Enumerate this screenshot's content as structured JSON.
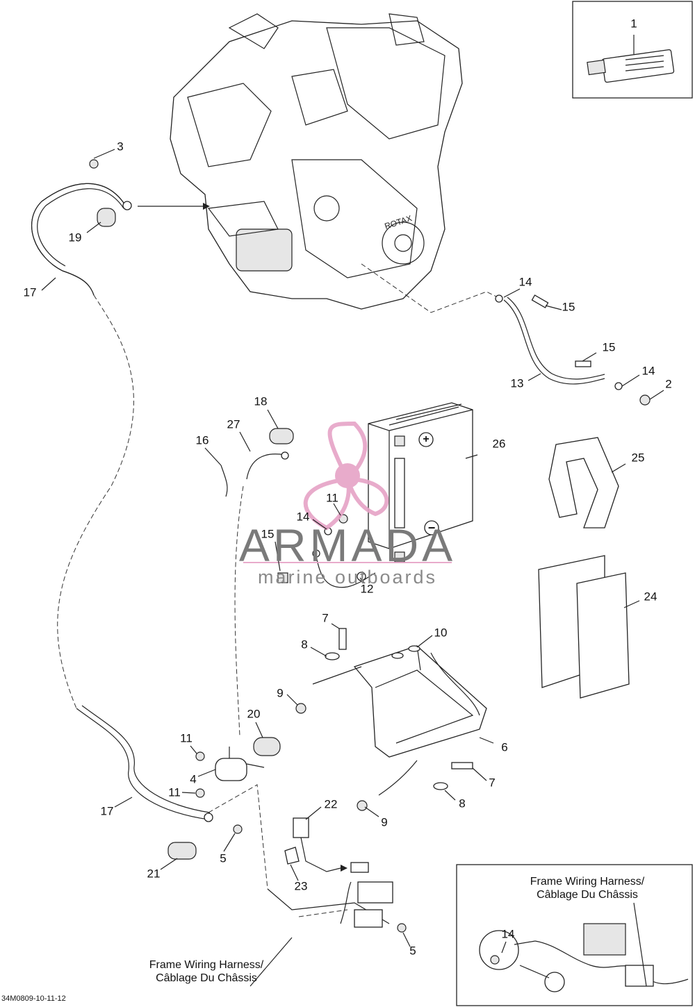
{
  "callouts": [
    {
      "num": "1"
    },
    {
      "num": "2"
    },
    {
      "num": "3"
    },
    {
      "num": "4"
    },
    {
      "num": "5"
    },
    {
      "num": "5"
    },
    {
      "num": "6"
    },
    {
      "num": "7"
    },
    {
      "num": "7"
    },
    {
      "num": "8"
    },
    {
      "num": "8"
    },
    {
      "num": "9"
    },
    {
      "num": "9"
    },
    {
      "num": "10"
    },
    {
      "num": "11"
    },
    {
      "num": "11"
    },
    {
      "num": "11"
    },
    {
      "num": "12"
    },
    {
      "num": "13"
    },
    {
      "num": "14"
    },
    {
      "num": "14"
    },
    {
      "num": "14"
    },
    {
      "num": "14"
    },
    {
      "num": "15"
    },
    {
      "num": "15"
    },
    {
      "num": "15"
    },
    {
      "num": "16"
    },
    {
      "num": "17"
    },
    {
      "num": "17"
    },
    {
      "num": "18"
    },
    {
      "num": "19"
    },
    {
      "num": "20"
    },
    {
      "num": "21"
    },
    {
      "num": "22"
    },
    {
      "num": "23"
    },
    {
      "num": "24"
    },
    {
      "num": "25"
    },
    {
      "num": "26"
    },
    {
      "num": "27"
    }
  ],
  "captions": {
    "harness_main_line1": "Frame Wiring Harness/",
    "harness_main_line2": "Câblage Du Châssis",
    "harness_inset_line1": "Frame Wiring Harness/",
    "harness_inset_line2": "Câblage Du Châssis"
  },
  "watermark": {
    "brand": "ARMADA",
    "tagline": "marine outboards",
    "colors": {
      "propeller": "#e6a3c6",
      "text": "#7a7a7a"
    }
  },
  "battery_symbols": {
    "positive": "+",
    "negative": "−"
  },
  "doc_id": "34M0809-10-11-12"
}
